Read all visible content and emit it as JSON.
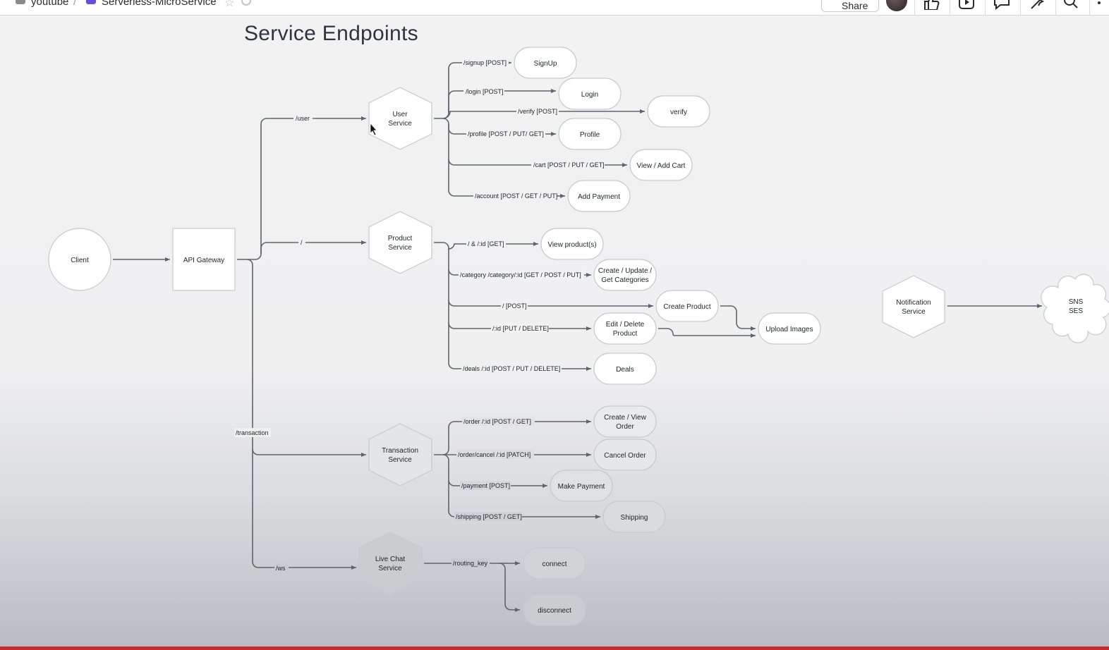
{
  "topbar": {
    "breadcrumb_workspace": "youtube",
    "breadcrumb_separator": "/",
    "breadcrumb_doc": "Serverless-MicroService",
    "share_label": "Share",
    "icons": [
      "star-icon",
      "sync-status-icon",
      "thumbs-up-icon",
      "video-icon",
      "comment-icon",
      "magic-icon",
      "search-icon",
      "more-icon"
    ]
  },
  "diagram": {
    "title": "Service Endpoints",
    "nodes": {
      "client": "Client",
      "api_gateway": "API Gateway",
      "user_service": [
        "User",
        "Service"
      ],
      "product_service": [
        "Product",
        "Service"
      ],
      "transaction_service": [
        "Transaction",
        "Service"
      ],
      "live_chat_service": [
        "Live Chat",
        "Service"
      ],
      "notification_service": [
        "Notification",
        "Service"
      ],
      "sns_ses": [
        "SNS",
        "SES"
      ],
      "signup": "SignUp",
      "login": "Login",
      "verify": "verify",
      "profile": "Profile",
      "view_add_cart": "View / Add Cart",
      "add_payment": "Add Payment",
      "view_products": "View product(s)",
      "categories": [
        "Create / Update /",
        "Get Categories"
      ],
      "create_product": "Create Product",
      "edit_delete_product": [
        "Edit / Delete",
        "Product"
      ],
      "upload_images": "Upload Images",
      "deals": "Deals",
      "create_view_order": [
        "Create / View",
        "Order"
      ],
      "cancel_order": "Cancel Order",
      "make_payment": "Make Payment",
      "shipping": "Shipping",
      "connect": "connect",
      "disconnect": "disconnect"
    },
    "edges": {
      "user": "/user",
      "root": "/",
      "transaction": "/transaction",
      "ws": "/ws",
      "signup": "/signup [POST]",
      "login": "/login [POST]",
      "verify": "/verify [POST]",
      "profile": "/profile [POST / PUT/ GET]",
      "cart": "/cart [POST / PUT / GET]",
      "account": "/account [POST / GET / PUT]",
      "products_get": "/ & /:id [GET]",
      "category": "/category /category/:id [GET / POST / PUT]",
      "product_post": "/ [POST]",
      "product_put_delete": "/:id [PUT / DELETE]",
      "deals": "/deals /:id [POST / PUT / DELETE]",
      "order": "/order  /:id [POST / GET]",
      "order_cancel": "/order/cancel /:id [PATCH]",
      "payment": "/payment [POST]",
      "shipping": "/shipping [POST / GET]",
      "routing_key": "/routing_key"
    }
  }
}
